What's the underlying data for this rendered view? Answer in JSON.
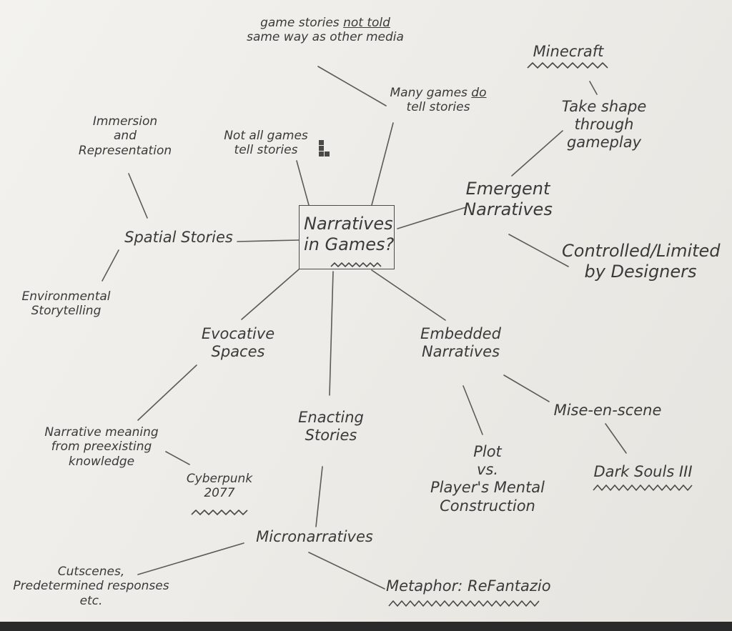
{
  "center": {
    "line1": "Narratives",
    "line2_a": "in ",
    "line2_b": "Games",
    "line2_c": "?"
  },
  "n_gs": {
    "line1_a": "game stories ",
    "line1_b": "not told",
    "line2": "same way as other media"
  },
  "n_many": {
    "line1_a": "Many games ",
    "line1_b": "do",
    "line2": "tell stories"
  },
  "n_notall": {
    "line1": "Not all games",
    "line2": "tell stories"
  },
  "n_minecraft": {
    "label": "Minecraft"
  },
  "n_take": {
    "line1": "Take shape",
    "line2": "through",
    "line3": "gameplay"
  },
  "n_emergent": {
    "line1": "Emergent",
    "line2": "Narratives"
  },
  "n_controlled": {
    "line1": "Controlled/Limited",
    "line2": "by Designers"
  },
  "n_immersion": {
    "line1": "Immersion",
    "line2": "and",
    "line3": "Representation"
  },
  "n_spatial": {
    "label": "Spatial Stories"
  },
  "n_env": {
    "line1": "Environmental",
    "line2": "Storytelling"
  },
  "n_evocative": {
    "line1": "Evocative",
    "line2": "Spaces"
  },
  "n_meaning": {
    "line1": "Narrative meaning",
    "line2": "from preexisting",
    "line3": "knowledge"
  },
  "n_cyber": {
    "line1": "Cyberpunk",
    "line2": "2077"
  },
  "n_enacting": {
    "line1": "Enacting",
    "line2": "Stories"
  },
  "n_embedded": {
    "line1": "Embedded",
    "line2": "Narratives"
  },
  "n_mise": {
    "label": "Mise-en-scene"
  },
  "n_dark": {
    "label": "Dark Souls III"
  },
  "n_plot": {
    "line1": "Plot",
    "line2": "vs.",
    "line3": "Player's Mental",
    "line4": "Construction"
  },
  "n_micro": {
    "label": "Micronarratives"
  },
  "n_cut": {
    "line1": "Cutscenes,",
    "line2": "Predetermined responses",
    "line3": "etc."
  },
  "n_metaphor": {
    "label": "Metaphor: ReFantazio"
  }
}
